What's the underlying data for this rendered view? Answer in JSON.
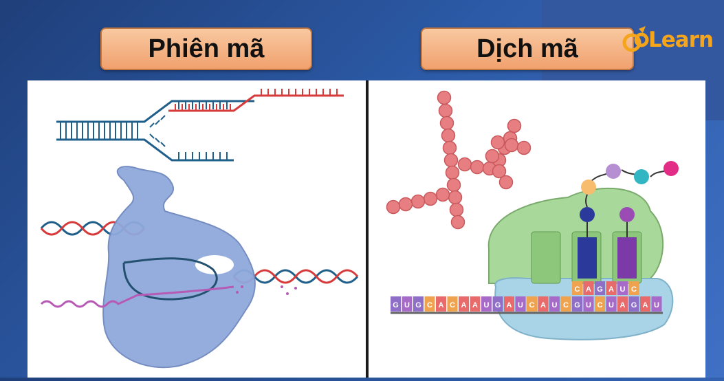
{
  "left_title": "Phiên mã",
  "right_title": "Dịch mã",
  "logo": {
    "text": "Learn",
    "icon": "co-learn-logo-icon"
  },
  "mrna_sequence": [
    "G",
    "U",
    "G",
    "C",
    "A",
    "C",
    "A",
    "A",
    "U",
    "G",
    "A",
    "U",
    "C",
    "A",
    "U",
    "C",
    "G",
    "U",
    "C",
    "U",
    "A",
    "G",
    "A",
    "U"
  ],
  "anticodon_sequence": [
    "C",
    "A",
    "G",
    "A",
    "U",
    "C"
  ],
  "colors": {
    "dna_blue": "#1f5f8a",
    "dna_red": "#d63a3a",
    "rna_purple": "#b65bb5",
    "polymerase": "#8fa9dc",
    "ribosome_small": "#a9d3e6",
    "ribosome_large": "#a8d89a",
    "amino_acid": "#e77f82"
  }
}
